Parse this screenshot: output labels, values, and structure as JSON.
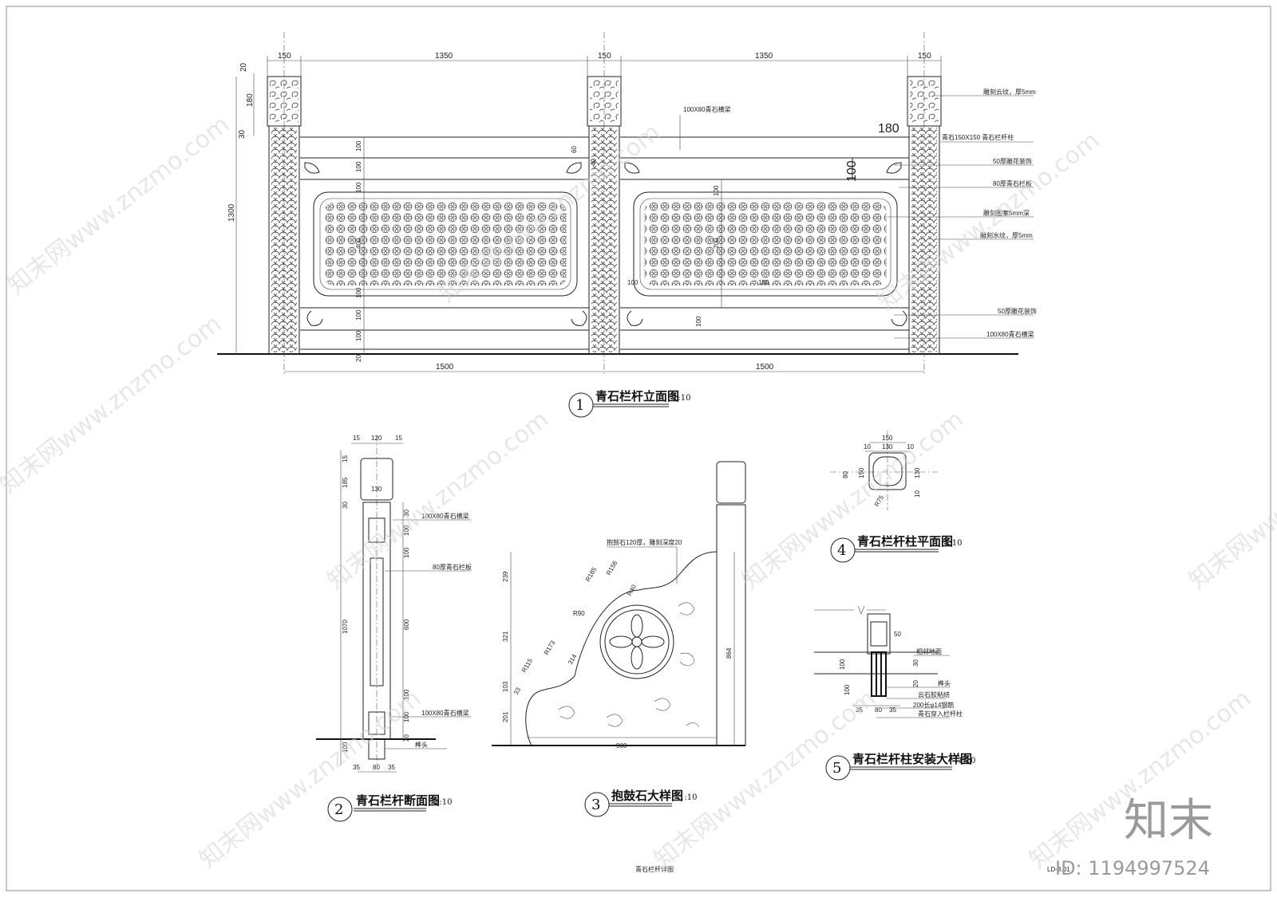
{
  "views": {
    "elevation": {
      "num": "1",
      "title": "青石栏杆立面图",
      "scale": "1:10"
    },
    "section": {
      "num": "2",
      "title": "青石栏杆断面图",
      "scale": "1:10"
    },
    "drum": {
      "num": "3",
      "title": "抱鼓石大样图",
      "scale": "1:10"
    },
    "postplan": {
      "num": "4",
      "title": "青石栏杆柱平面图",
      "scale": "1:10"
    },
    "install": {
      "num": "5",
      "title": "青石栏杆柱安装大样图",
      "scale": "1:10"
    }
  },
  "elevation_dims": {
    "top": [
      "150",
      "1350",
      "150",
      "1350",
      "150"
    ],
    "bottom": [
      "1500",
      "1500"
    ],
    "left": [
      "20",
      "180",
      "30",
      "1300"
    ],
    "rail": [
      "100",
      "100",
      "100",
      "400",
      "100",
      "100",
      "100",
      "20",
      "60",
      "40"
    ],
    "inner": [
      "100",
      "150",
      "100",
      "100",
      "200",
      "180",
      "100"
    ]
  },
  "elevation_notes": [
    "雕刻云纹，厚5mm",
    "青石150X150  青石栏杆柱",
    "50厚雕花装饰",
    "80厚青石栏板",
    "雕刻图案5mm深",
    "雕刻水纹，厚5mm",
    "50厚雕花装饰",
    "100X80青石横梁"
  ],
  "elevation_top_note": "100X80青石横梁",
  "section_dims": {
    "top": [
      "15",
      "120",
      "15",
      "130"
    ],
    "left": [
      "15",
      "185",
      "30",
      "1070",
      "100"
    ],
    "right": [
      "30",
      "100",
      "100",
      "600",
      "100",
      "100",
      "20"
    ],
    "bottom": [
      "35",
      "80",
      "35"
    ]
  },
  "section_notes": [
    "100X80青石横梁",
    "80厚青石栏板",
    "100X80青石横梁",
    "榫头"
  ],
  "drum_dims": [
    "239",
    "321",
    "103",
    "201",
    "900",
    "864"
  ],
  "drum_radii": [
    "R185",
    "R156",
    "R40",
    "R90",
    "R173",
    "R115",
    "314",
    "33"
  ],
  "drum_note": "抱鼓石120厚，雕刻深度20",
  "postplan_dims": [
    "150",
    "10",
    "130",
    "10",
    "80",
    "150",
    "130",
    "10",
    "R75"
  ],
  "install_dims": [
    "50",
    "100",
    "30",
    "20",
    "35",
    "80",
    "35",
    "100"
  ],
  "install_notes": [
    "相邻地面",
    "榫头",
    "云石胶粘结",
    "200长φ14钢筋",
    "青石穿入栏杆柱"
  ],
  "sheet_title": "青石栏杆详图",
  "sheet_code": "LD-3.01",
  "watermark": "知末网www.znzmo.com",
  "brand": "知末",
  "id_text": "ID: 1194997524"
}
